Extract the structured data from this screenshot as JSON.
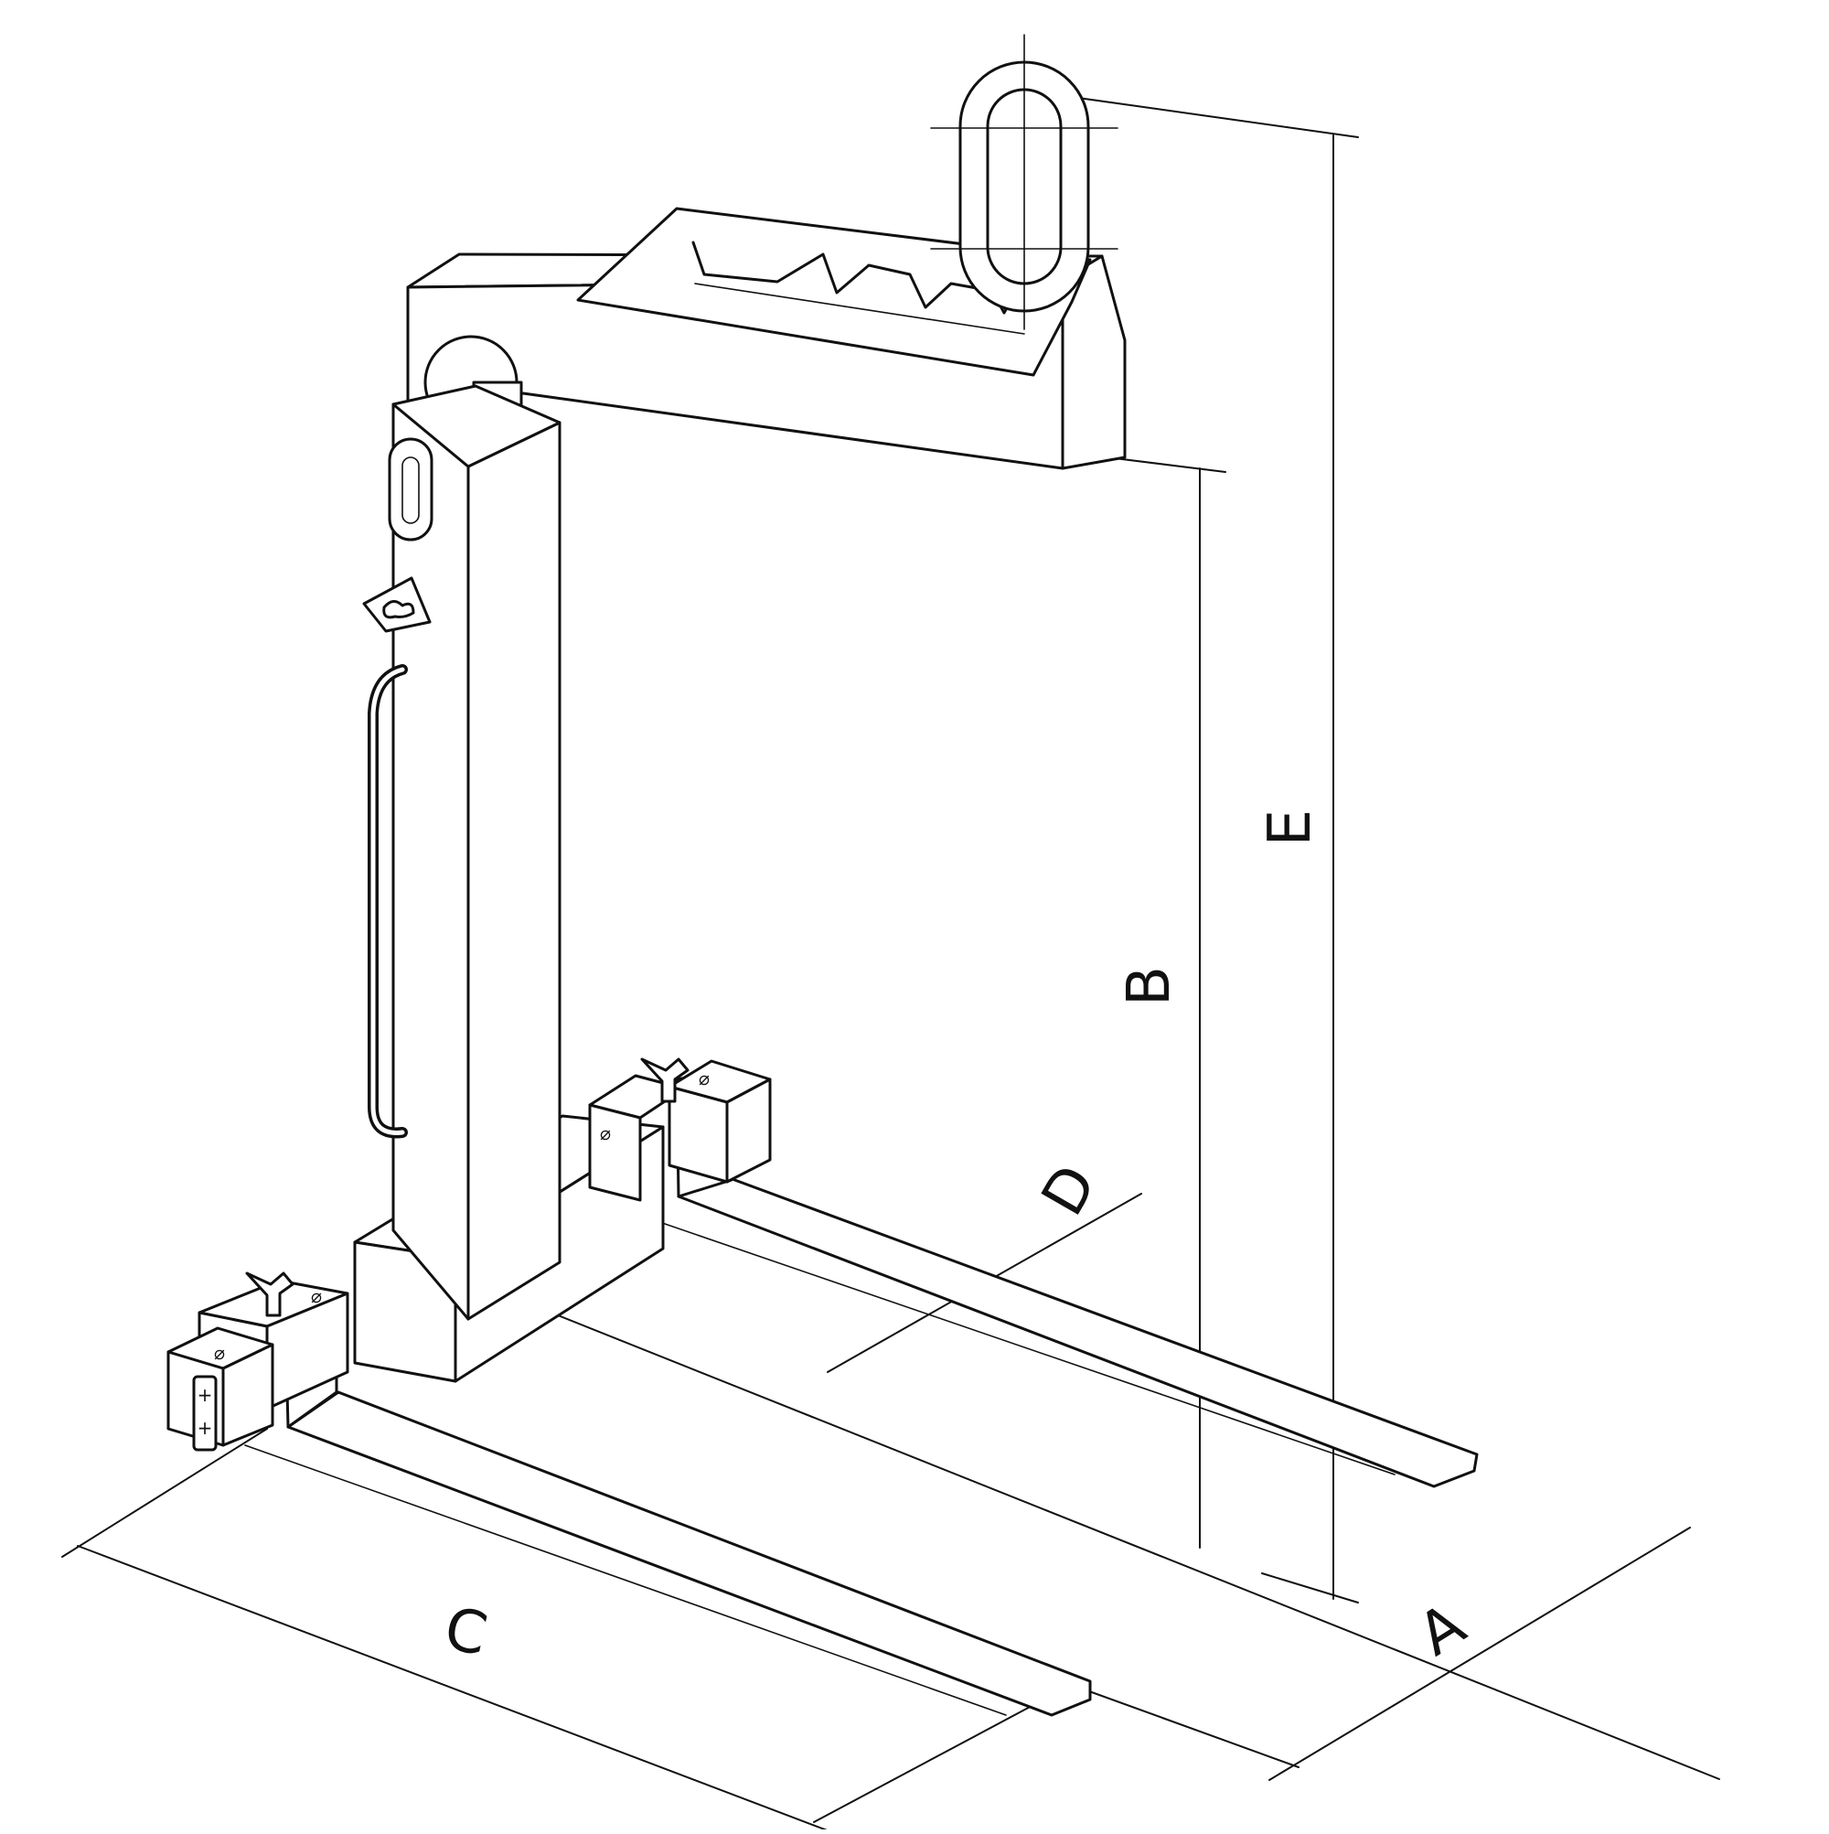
{
  "diagram": {
    "labels": {
      "A": "A",
      "B": "B",
      "C": "C",
      "D": "D",
      "E": "E"
    },
    "symbols": {
      "diameter": "⌀",
      "plus": "+"
    },
    "colors": {
      "line": "#111111",
      "background": "#ffffff"
    }
  }
}
